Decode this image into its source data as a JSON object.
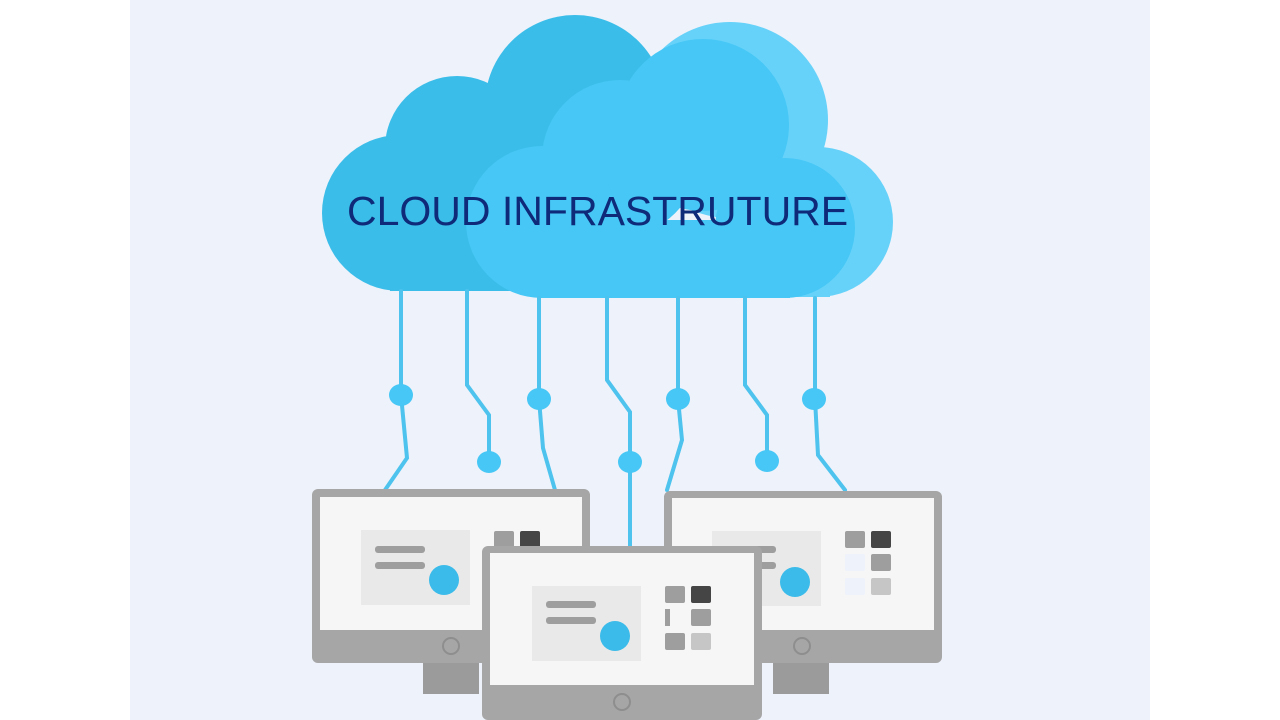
{
  "diagram": {
    "cloud": {
      "title": "CLOUD INFRASTRUTURE"
    },
    "colors": {
      "background": "#eef2fa",
      "cloud_dark": "#3bbde9",
      "cloud_mid": "#46c7f5",
      "cloud_light": "#66d2fa",
      "title_text": "#0e2a78",
      "connector": "#4dc3ee",
      "monitor_frame": "#a5a5a5",
      "screen": "#f5f5f5",
      "accent_dot": "#3bbbe9"
    },
    "icons": [
      "cloud-icon",
      "monitor-icon",
      "connector-node-icon"
    ],
    "connectors_count": 7,
    "monitors_count": 3
  }
}
